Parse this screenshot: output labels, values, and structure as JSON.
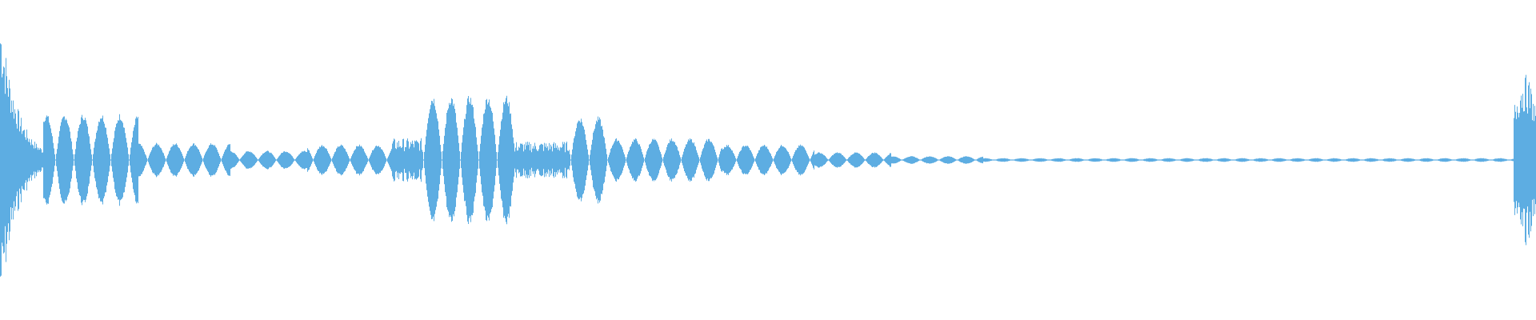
{
  "waveform": {
    "color": "#5dade2",
    "background": "#ffffff",
    "duration_fraction_segments": [
      {
        "start": 0.0,
        "end": 0.028,
        "level": 0.97,
        "style": "attack"
      },
      {
        "start": 0.028,
        "end": 0.09,
        "level": 0.3,
        "style": "beats"
      },
      {
        "start": 0.09,
        "end": 0.15,
        "level": 0.11,
        "style": "beats"
      },
      {
        "start": 0.15,
        "end": 0.2,
        "level": 0.06,
        "style": "beats"
      },
      {
        "start": 0.2,
        "end": 0.255,
        "level": 0.1,
        "style": "beats"
      },
      {
        "start": 0.255,
        "end": 0.275,
        "level": 0.14,
        "style": "noise"
      },
      {
        "start": 0.275,
        "end": 0.335,
        "level": 0.42,
        "style": "beats"
      },
      {
        "start": 0.335,
        "end": 0.37,
        "level": 0.12,
        "style": "noise"
      },
      {
        "start": 0.37,
        "end": 0.395,
        "level": 0.28,
        "style": "beats"
      },
      {
        "start": 0.395,
        "end": 0.47,
        "level": 0.14,
        "style": "beats"
      },
      {
        "start": 0.47,
        "end": 0.53,
        "level": 0.1,
        "style": "beats"
      },
      {
        "start": 0.53,
        "end": 0.58,
        "level": 0.05,
        "style": "beats"
      },
      {
        "start": 0.58,
        "end": 0.64,
        "level": 0.025,
        "style": "beats"
      },
      {
        "start": 0.64,
        "end": 0.985,
        "level": 0.012,
        "style": "beats"
      },
      {
        "start": 0.985,
        "end": 1.0,
        "level": 0.55,
        "style": "attack"
      }
    ]
  }
}
